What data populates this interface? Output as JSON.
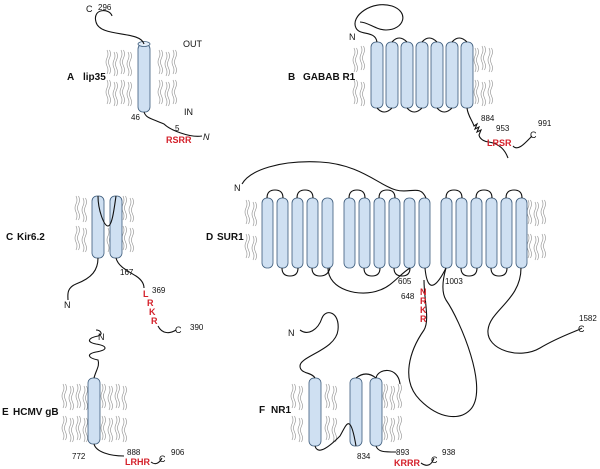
{
  "panels": {
    "A": {
      "letter": "A",
      "name": "lip35",
      "c_label": "C",
      "c_num": "296",
      "out": "OUT",
      "in": "IN",
      "n46": "46",
      "n5": "5",
      "n_label": "N",
      "motif": "RSRR"
    },
    "B": {
      "letter": "B",
      "name": "GABAB R1",
      "n_label": "N",
      "n884": "884",
      "n953": "953",
      "n991": "991",
      "c_label": "C",
      "motif": "LRSR"
    },
    "C": {
      "letter": "C",
      "name": "Kir6.2",
      "n_label": "N",
      "n167": "167",
      "n369": "369",
      "motif": [
        "L",
        "R",
        "K",
        "R"
      ],
      "c_label": "C",
      "n390": "390"
    },
    "D": {
      "letter": "D",
      "name": "SUR1",
      "n_label": "N",
      "n605": "605",
      "n1003": "1003",
      "n648": "648",
      "motif": [
        "N",
        "R",
        "K",
        "R"
      ],
      "n1582": "1582",
      "c_label": "C"
    },
    "E": {
      "letter": "E",
      "name": "HCMV gB",
      "n_label": "N",
      "n772": "772",
      "n888": "888",
      "motif": "LRHR",
      "c_label": "C",
      "n906": "906"
    },
    "F": {
      "letter": "F",
      "name": "NR1",
      "n_label": "N",
      "n834": "834",
      "n893": "893",
      "motif": "KRRR",
      "c_label": "C",
      "n938": "938"
    }
  },
  "colors": {
    "helix": "#cfe0f2",
    "motif": "#d4202a",
    "lipid": "#9a9a9a"
  }
}
